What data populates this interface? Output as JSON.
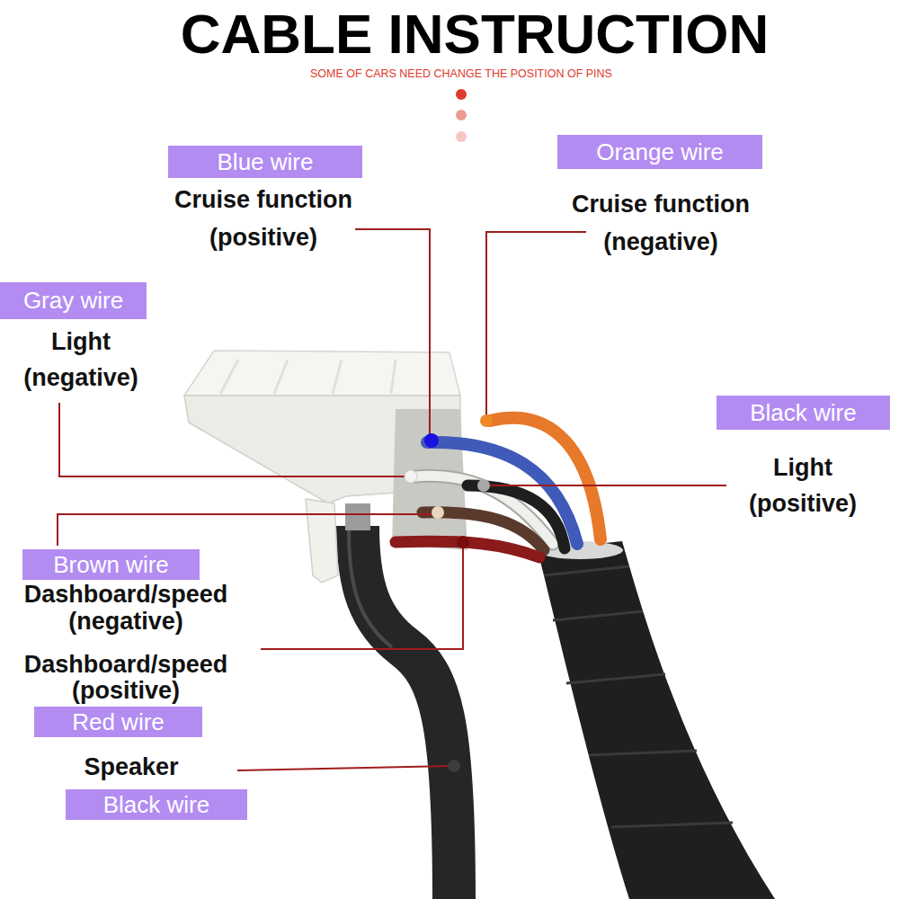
{
  "diagram": {
    "title": "CABLE INSTRUCTION",
    "nodes": [
      {
        "text": [
          "Blue wire",
          "Cruise function (positive)"
        ]
      },
      {
        "text": [
          "Orange wire",
          "Cruise function (negative)"
        ]
      },
      {
        "text": [
          "Gray wire",
          "Light (negative)"
        ]
      },
      {
        "text": [
          "Black wire",
          "Light (positive)"
        ]
      },
      {
        "text": [
          "Brown wire",
          "Dashboard/speed (negative)"
        ]
      },
      {
        "text": [
          "Dashboard/speed (positive)",
          "Red wire"
        ]
      },
      {
        "text": [
          "Speaker",
          "Black wire"
        ]
      }
    ],
    "labels": [
      "SOME OF CARS NEED CHANGE THE POSITION OF PINS"
    ]
  }
}
